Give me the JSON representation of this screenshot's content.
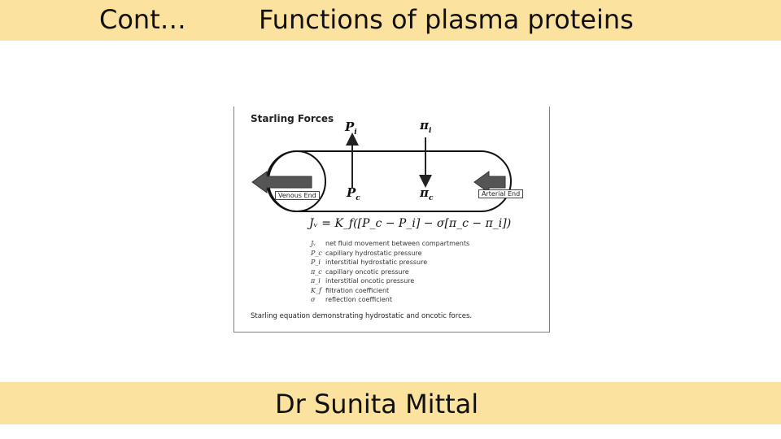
{
  "header": {
    "left": "Cont…",
    "title": "Functions of plasma proteins"
  },
  "figure": {
    "title": "Starling Forces",
    "symbols": {
      "pi_top": "P",
      "pi_top_sub": "i",
      "oncotic_top": "π",
      "oncotic_top_sub": "i",
      "pc_bottom": "P",
      "pc_bottom_sub": "c",
      "oncotic_bottom": "π",
      "oncotic_bottom_sub": "c"
    },
    "venous_label": "Venous End",
    "arterial_label": "Arterial End",
    "equation": "Jᵥ = K_f([P_c − P_i] − σ[π_c − π_i])",
    "legend": [
      {
        "symbol": "Jᵥ",
        "text": "net fluid movement between compartments"
      },
      {
        "symbol": "P_c",
        "text": "capillary hydrostatic pressure"
      },
      {
        "symbol": "P_i",
        "text": "interstitial hydrostatic pressure"
      },
      {
        "symbol": "π_c",
        "text": "capillary oncotic pressure"
      },
      {
        "symbol": "π_i",
        "text": "interstitial oncotic pressure"
      },
      {
        "symbol": "K_f",
        "text": "filtration coefficient"
      },
      {
        "symbol": "σ",
        "text": "reflection coefficient"
      }
    ],
    "caption": "Starling equation demonstrating hydrostatic and oncotic forces."
  },
  "footer": {
    "author": "Dr Sunita Mittal"
  }
}
